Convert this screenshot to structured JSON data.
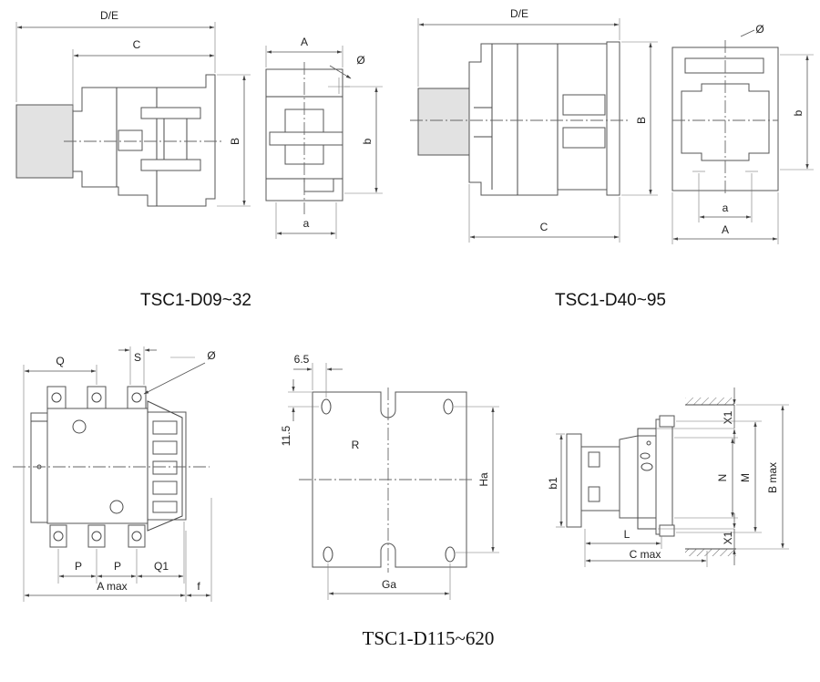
{
  "captions": {
    "d09_32": "TSC1-D09~32",
    "d40_95": "TSC1-D40~95",
    "d115_620": "TSC1-D115~620"
  },
  "labels": {
    "d_e": "D/E",
    "c": "C",
    "a_upper": "A",
    "a_lower": "a",
    "b_upper": "B",
    "b_lower": "b",
    "phi": "Ø",
    "q": "Q",
    "s": "S",
    "p": "P",
    "q1": "Q1",
    "a_max": "A max",
    "f": "f",
    "six_five": "6.5",
    "eleven_five": "11.5",
    "r": "R",
    "ha": "Ha",
    "ga": "Ga",
    "b1": "b1",
    "l": "L",
    "c_max": "C max",
    "x1": "X1",
    "n": "N",
    "m": "M",
    "b_max": "B max"
  }
}
